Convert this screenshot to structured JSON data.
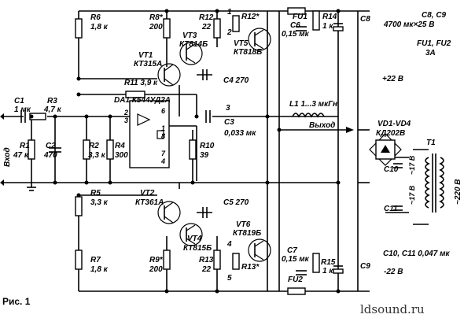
{
  "labels": {
    "r6": "R6",
    "r6_val": "1,8 к",
    "r8": "R8*",
    "r8_val": "200",
    "r12": "R12",
    "r12_val": "22",
    "node1": "1",
    "node2": "2",
    "r12s": "R12*",
    "vt3": "VT3",
    "vt3_type": "КТ814Б",
    "vt5": "VT5",
    "vt5_type": "КТ818Б",
    "vt1": "VT1",
    "vt1_type": "КТ315А",
    "c4": "C4 270",
    "r11": "R11 3,9 к",
    "da1": "DA1 К544УД2А",
    "pin2": "2",
    "pin3": "3",
    "pin6": "6",
    "pin1": "1",
    "pin8": "8",
    "pin7": "7",
    "pin4": "4",
    "node3": "3",
    "c3": "C3",
    "c3_val": "0,033 мк",
    "l1": "L1 1...3 мкГн",
    "output": "Выход",
    "c1": "C1",
    "c1_val": "1 мк",
    "r3": "R3",
    "r3_val": "4,7 к",
    "r1": "R1",
    "r1_val": "47 к",
    "c2": "C2",
    "c2_val": "470",
    "r2": "R2",
    "r2_val": "3,3 к",
    "r4": "R4",
    "r4_val": "300",
    "r10": "R10",
    "r10_val": "39",
    "r5": "R5",
    "r5_val": "3,3 к",
    "vt2": "VT2",
    "vt2_type": "КТ361А",
    "c5": "C5 270",
    "vt6": "VT6",
    "vt6_type": "КТ819Б",
    "vt4": "VT4",
    "vt4_type": "КТ815Б",
    "node4": "4",
    "r7": "R7",
    "r7_val": "1,8 к",
    "r9": "R9*",
    "r9_val": "200",
    "r13": "R13",
    "r13_val": "22",
    "r13s": "R13*",
    "node5": "5",
    "c7": "C7",
    "c7_val": "0,15 мк",
    "fu2": "FU2",
    "r15": "R15",
    "r15_val": "1 к",
    "c9": "C9",
    "fu1": "FU1",
    "c6": "C6",
    "c6_val": "0,15 мк",
    "r14": "R14",
    "r14_val": "1 к",
    "c8": "C8",
    "c8c9": "C8, C9",
    "c8c9_val": "4700 мк×25 В",
    "fu12": "FU1, FU2",
    "fu12_val": "3А",
    "plus22": "+22 В",
    "vd": "VD1-VD4",
    "vd_type": "КД202В",
    "t1": "T1",
    "c10": "C10",
    "c11": "C11",
    "v17a": "~17 В",
    "v17b": "~17 В",
    "v220": "~220 В",
    "c10c11": "C10, C11 0,047 мк",
    "minus22": "-22 В",
    "input": "Вход"
  },
  "caption": "Рис. 1",
  "watermark": "ldsound.ru"
}
